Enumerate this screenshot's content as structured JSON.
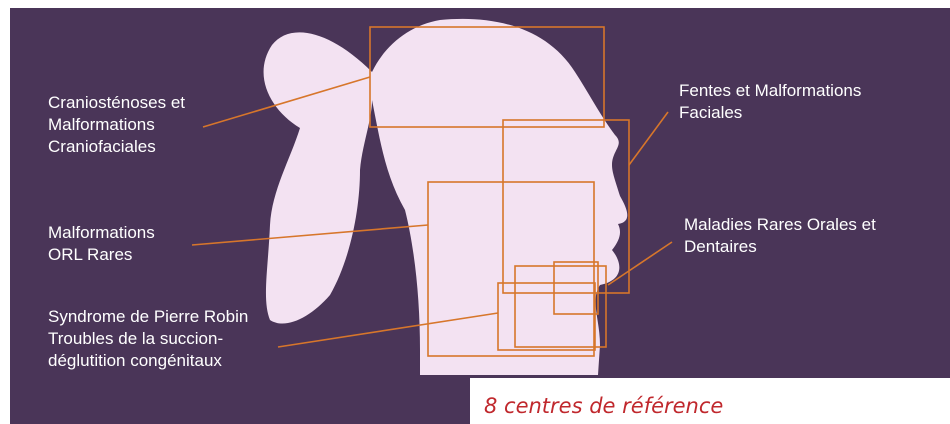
{
  "colors": {
    "background": "#4a3558",
    "silhouette": "#f3e2f2",
    "box_stroke": "#d7762b",
    "caption": "#c0282d"
  },
  "labels": {
    "craniostenoses": "Craniosténoses et\nMalformations\nCraniofaciales",
    "fentes": "Fentes et Malformations\nFaciales",
    "orl": "Malformations\nORL Rares",
    "orales": "Maladies Rares Orales et\nDentaires",
    "pierre_robin": "Syndrome de Pierre Robin\nTroubles de la succion-\ndéglutition congénitaux"
  },
  "caption": "8 centres de référence"
}
